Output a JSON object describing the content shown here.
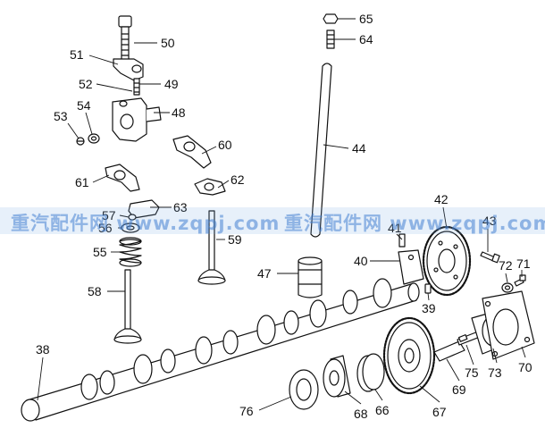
{
  "callouts": [
    "50",
    "51",
    "49",
    "52",
    "48",
    "53",
    "54",
    "60",
    "61",
    "62",
    "63",
    "57",
    "56",
    "55",
    "58",
    "59",
    "65",
    "64",
    "44",
    "47",
    "42",
    "41",
    "43",
    "40",
    "72",
    "71",
    "39",
    "38",
    "76",
    "68",
    "66",
    "67",
    "69",
    "75",
    "73",
    "70"
  ],
  "watermark": {
    "left": "重汽配件网 www.zqpj.com",
    "right": "重汽配件网 www.zqpj.com"
  },
  "colors": {
    "line": "#111111",
    "watermark": "#4682d2"
  }
}
